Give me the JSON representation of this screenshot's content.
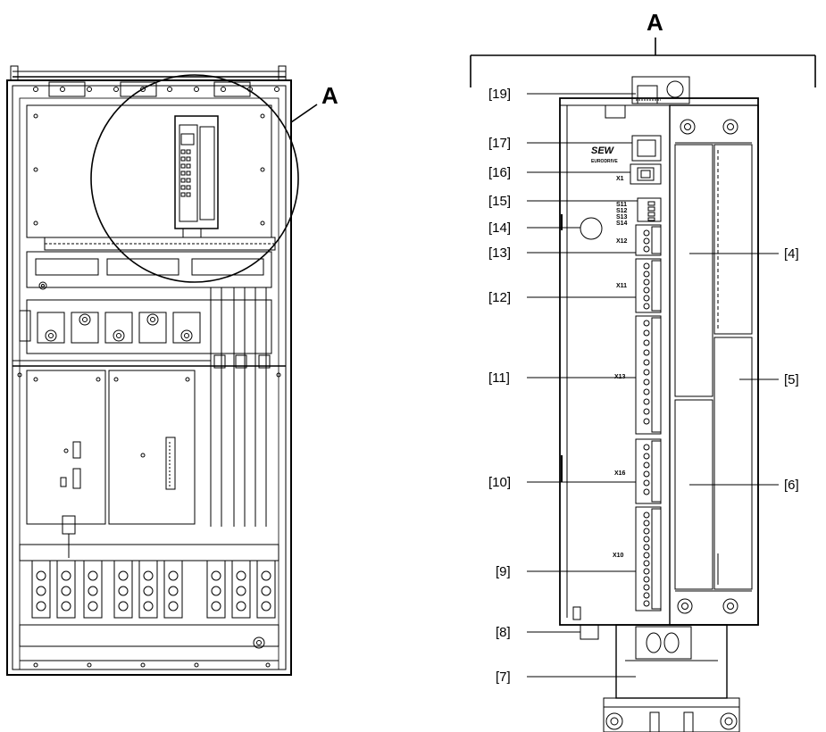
{
  "detail_letter": "A",
  "brand_logo": "SEW",
  "brand_sub": "EURODRIVE",
  "callouts": {
    "c19": "[19]",
    "c17": "[17]",
    "c16": "[16]",
    "c15": "[15]",
    "c14": "[14]",
    "c13": "[13]",
    "c12": "[12]",
    "c11": "[11]",
    "c10": "[10]",
    "c9": "[9]",
    "c8": "[8]",
    "c7": "[7]",
    "c4": "[4]",
    "c5": "[5]",
    "c6": "[6]"
  },
  "connectors": {
    "x1": "X1",
    "x12": "X12",
    "x11": "X11",
    "x13": "X13",
    "x16": "X16",
    "x10": "X10"
  },
  "dip_switches": [
    "S11",
    "S12",
    "S13",
    "S14"
  ]
}
